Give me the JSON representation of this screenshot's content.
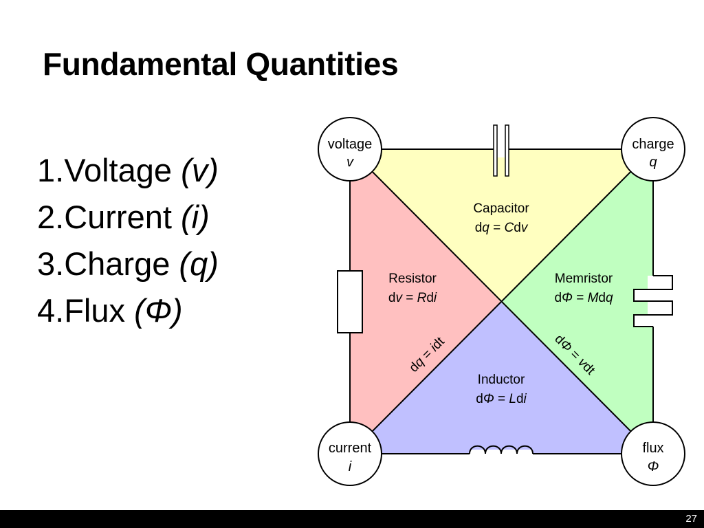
{
  "slide": {
    "title": "Fundamental Quantities",
    "page_number": "27"
  },
  "quantities": [
    {
      "num": "1.",
      "label": "Voltage",
      "symbol": "(v)"
    },
    {
      "num": "2.",
      "label": "Current",
      "symbol": "(i)"
    },
    {
      "num": "3.",
      "label": "Charge",
      "symbol": "(q)"
    },
    {
      "num": "4.",
      "label": "Flux",
      "symbol": "(Φ)"
    }
  ],
  "diagram": {
    "nodes": {
      "voltage": {
        "name": "voltage",
        "symbol": "v"
      },
      "charge": {
        "name": "charge",
        "symbol": "q"
      },
      "current": {
        "name": "current",
        "symbol": "i"
      },
      "flux": {
        "name": "flux",
        "symbol": "Φ"
      }
    },
    "regions": {
      "capacitor": {
        "name": "Capacitor",
        "eq_a": "d",
        "eq_b": "q",
        "eq_c": " = ",
        "eq_d": "C",
        "eq_e": "d",
        "eq_f": "v",
        "color": "#ffffc0"
      },
      "resistor": {
        "name": "Resistor",
        "eq_a": "d",
        "eq_b": "v",
        "eq_c": " = ",
        "eq_d": "R",
        "eq_e": "d",
        "eq_f": "i",
        "color": "#ffc0c0"
      },
      "memristor": {
        "name": "Memristor",
        "eq_a": "d",
        "eq_b": "Φ",
        "eq_c": " = ",
        "eq_d": "M",
        "eq_e": "d",
        "eq_f": "q",
        "color": "#c0ffc0"
      },
      "inductor": {
        "name": "Inductor",
        "eq_a": "d",
        "eq_b": "Φ",
        "eq_c": " = ",
        "eq_d": "L",
        "eq_e": "d",
        "eq_f": "i",
        "color": "#c0c0ff"
      }
    },
    "diagonals": {
      "left": {
        "a": "d",
        "b": "q",
        "c": " = ",
        "d": "i",
        "e": "dt"
      },
      "right": {
        "a": "d",
        "b": "Φ",
        "c": " = ",
        "d": "v",
        "e": "dt"
      }
    }
  }
}
